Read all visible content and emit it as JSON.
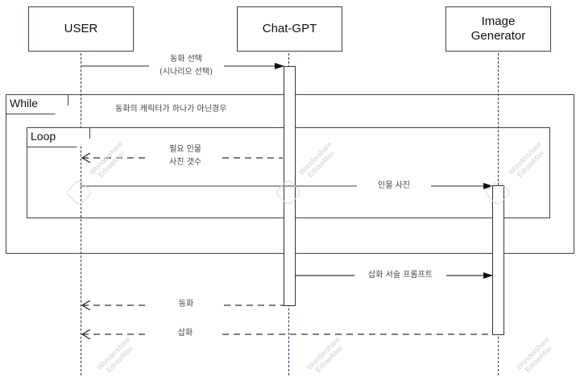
{
  "diagram": {
    "type": "sequence",
    "actors": [
      {
        "id": "user",
        "label": "USER"
      },
      {
        "id": "chatgpt",
        "label": "Chat-GPT"
      },
      {
        "id": "imagegen",
        "label": "Image\nGenerator",
        "line1": "Image",
        "line2": "Generator"
      }
    ],
    "frames": {
      "while": {
        "tag": "While",
        "condition": "동화의 캐릭터가 하나가 아닌경우"
      },
      "loop": {
        "tag": "Loop"
      }
    },
    "messages": [
      {
        "from": "user",
        "to": "chatgpt",
        "style": "solid",
        "line1": "동화 선택",
        "line2": "(시나리오 선택)"
      },
      {
        "from": "chatgpt",
        "to": "user",
        "style": "dashed",
        "line1": "필요 인물",
        "line2": "사진 갯수"
      },
      {
        "from": "user",
        "to": "imagegen",
        "style": "solid",
        "label": "인물 사진"
      },
      {
        "from": "chatgpt",
        "to": "imagegen",
        "style": "solid",
        "label": "삽화 서술 프롬프트"
      },
      {
        "from": "chatgpt",
        "to": "user",
        "style": "dashed",
        "label": "동화"
      },
      {
        "from": "imagegen",
        "to": "user",
        "style": "dashed",
        "label": "삽화"
      }
    ],
    "watermark": {
      "line1": "Wondershare",
      "line2": "EdrawMax"
    },
    "colors": {
      "frame": "#3a3f58",
      "lifeline": "#2c3256",
      "text": "#444444",
      "watermark": "#cfcfcf"
    }
  }
}
